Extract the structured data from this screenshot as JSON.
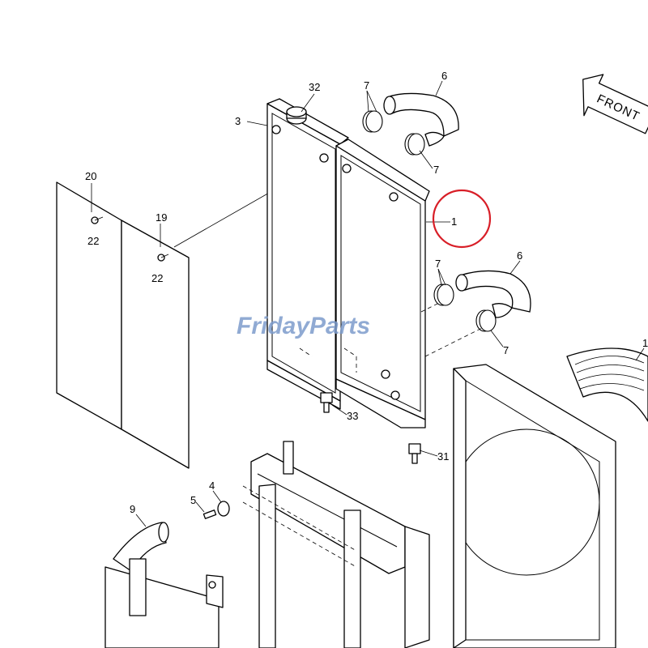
{
  "callouts": {
    "c32": "32",
    "c7a": "7",
    "c6a": "6",
    "c3": "3",
    "c7b": "7",
    "c1": "1",
    "c20": "20",
    "c19": "19",
    "c22a": "22",
    "c22b": "22",
    "c7c": "7",
    "c6b": "6",
    "c7d": "7",
    "c33": "33",
    "c31": "31",
    "c5": "5",
    "c4": "4",
    "c9": "9",
    "c1b": "1"
  },
  "front_label": "FRONT",
  "watermark": "FridayParts",
  "colors": {
    "highlight": "#d81e27",
    "watermark": "#7d9ccc",
    "ink": "#000000"
  }
}
